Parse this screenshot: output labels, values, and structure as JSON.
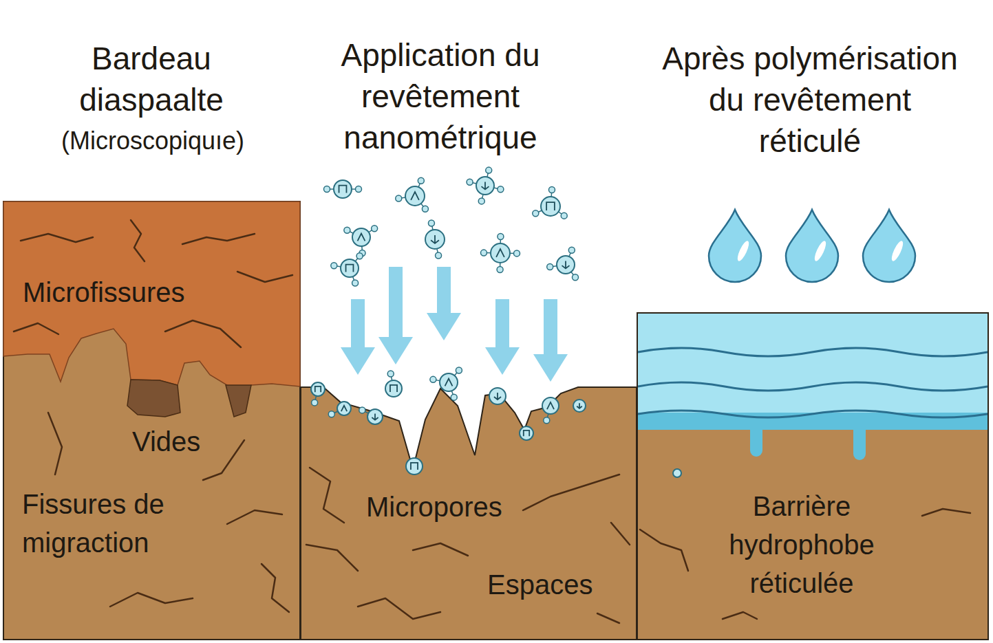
{
  "diagram": {
    "nodes": [
      {
        "text": [
          "Bardeau diaspaalte",
          "(Microscopiquıe)",
          "Microfissures",
          "Vides",
          "Fissures de migraction"
        ]
      },
      {
        "text": [
          "Application du revêtement nanométrique",
          "Micropores",
          "Espaces"
        ]
      },
      {
        "text": [
          "Après polymérisation du revêtement réticulé",
          "Barrière hydrophobe réticulée"
        ]
      }
    ]
  }
}
